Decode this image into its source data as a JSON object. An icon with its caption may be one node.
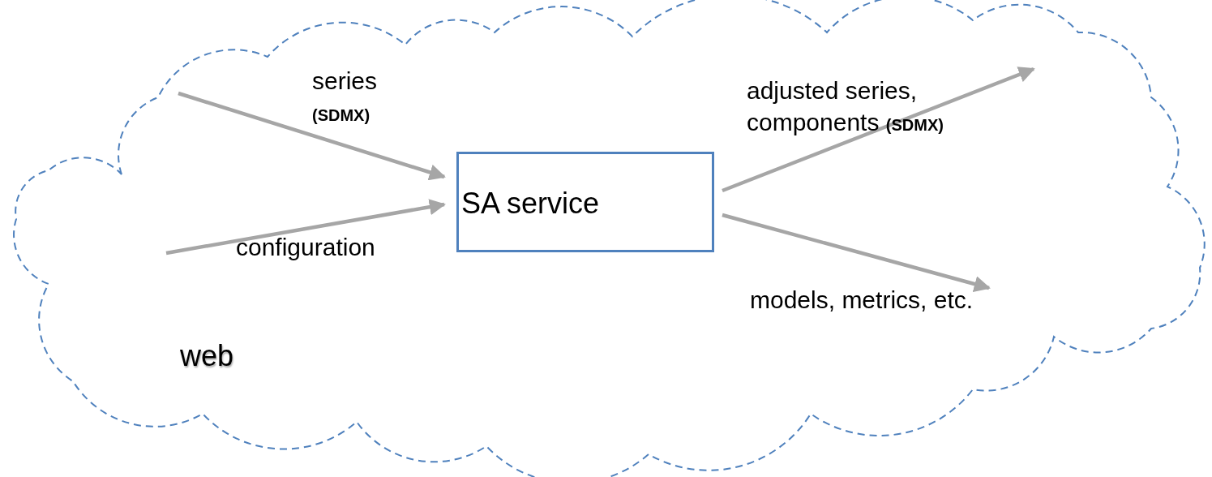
{
  "diagram": {
    "nodes": [
      {
        "text": [
          "web"
        ]
      },
      {
        "text": [
          "SA service"
        ],
        "in": 0
      }
    ],
    "edges": [
      {
        "from": null,
        "to": 1,
        "arrow": "to",
        "label": "series **(SDMX)**"
      },
      {
        "from": null,
        "to": 1,
        "arrow": "to",
        "label": "configuration"
      },
      {
        "from": 1,
        "to": null,
        "arrow": "to",
        "label": "adjusted series, components **(SDMX)**"
      },
      {
        "from": 1,
        "to": null,
        "arrow": "to",
        "label": "models, metrics, etc."
      }
    ]
  }
}
